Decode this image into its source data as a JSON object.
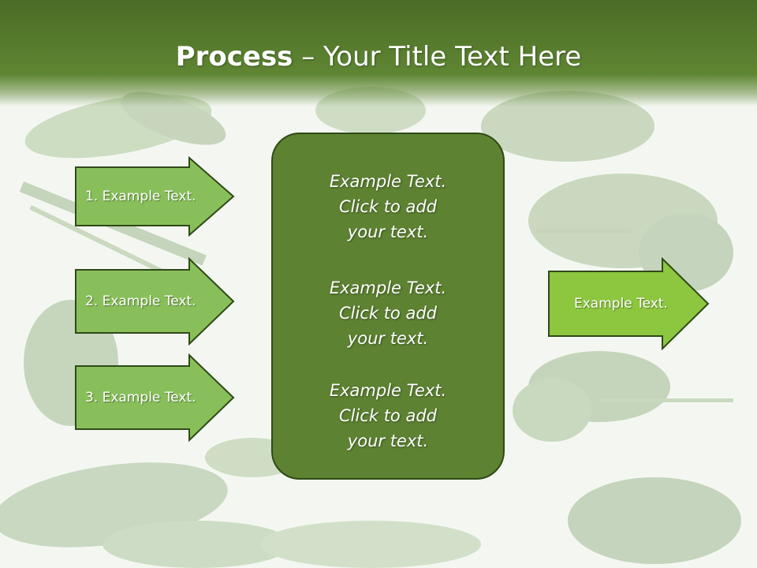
{
  "slide": {
    "title_bold": "Process",
    "title_rest": " – Your Title Text Here"
  },
  "steps": [
    {
      "label": "1. Example Text."
    },
    {
      "label": "2. Example Text."
    },
    {
      "label": "3. Example Text."
    }
  ],
  "center_box": {
    "blocks": [
      "Example Text.\nClick  to add\nyour text.",
      "Example Text.\nClick  to add\nyour text.",
      "Example Text.\nClick  to add\nyour text."
    ]
  },
  "result": {
    "label": "Example Text."
  },
  "colors": {
    "header": "#5f8633",
    "step_arrow_fill": "#88bf5a",
    "result_arrow_fill": "#8dc63f",
    "center_box_fill": "#5d8232",
    "outline": "#2f4a17"
  }
}
